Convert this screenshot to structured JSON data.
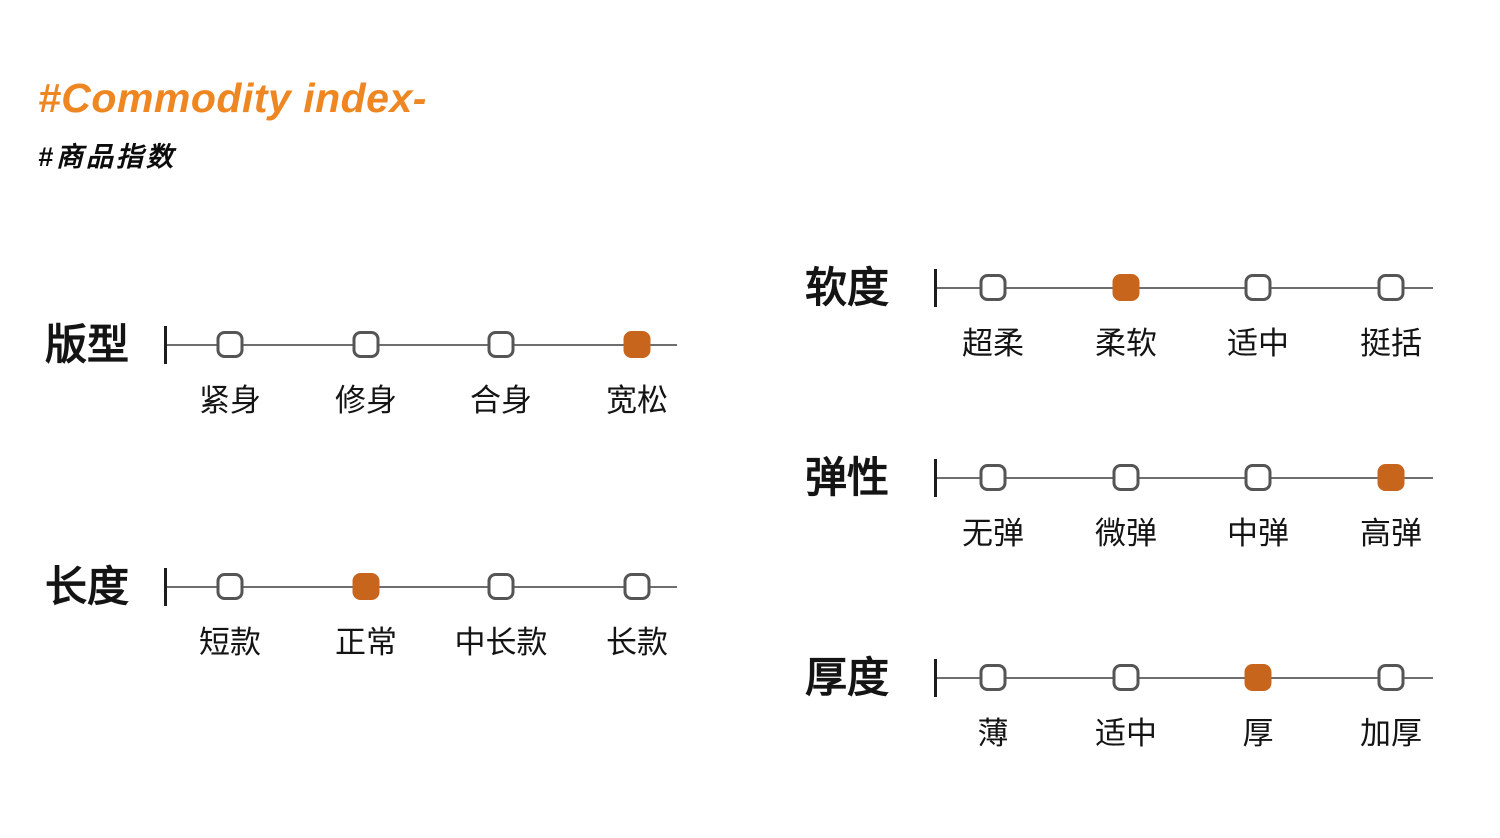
{
  "header": {
    "title": "#Commodity index-",
    "subtitle": "#商品指数"
  },
  "colors": {
    "title": "#EE8622",
    "accent": "#C8651D",
    "marker_border": "#555555",
    "line": "#6e6e6e"
  },
  "chart_data": {
    "type": "table",
    "title": "#Commodity index- / #商品指数",
    "description": "Product rating scales, 4 options each, one selected (orange)",
    "scales": [
      {
        "label": "版型",
        "options": [
          "紧身",
          "修身",
          "合身",
          "宽松"
        ],
        "selected": 3,
        "selected_label": "宽松"
      },
      {
        "label": "长度",
        "options": [
          "短款",
          "正常",
          "中长款",
          "长款"
        ],
        "selected": 1,
        "selected_label": "正常"
      },
      {
        "label": "软度",
        "options": [
          "超柔",
          "柔软",
          "适中",
          "挺括"
        ],
        "selected": 1,
        "selected_label": "柔软"
      },
      {
        "label": "弹性",
        "options": [
          "无弹",
          "微弹",
          "中弹",
          "高弹"
        ],
        "selected": 3,
        "selected_label": "高弹"
      },
      {
        "label": "厚度",
        "options": [
          "薄",
          "适中",
          "厚",
          "加厚"
        ],
        "selected": 2,
        "selected_label": "厚"
      }
    ]
  }
}
